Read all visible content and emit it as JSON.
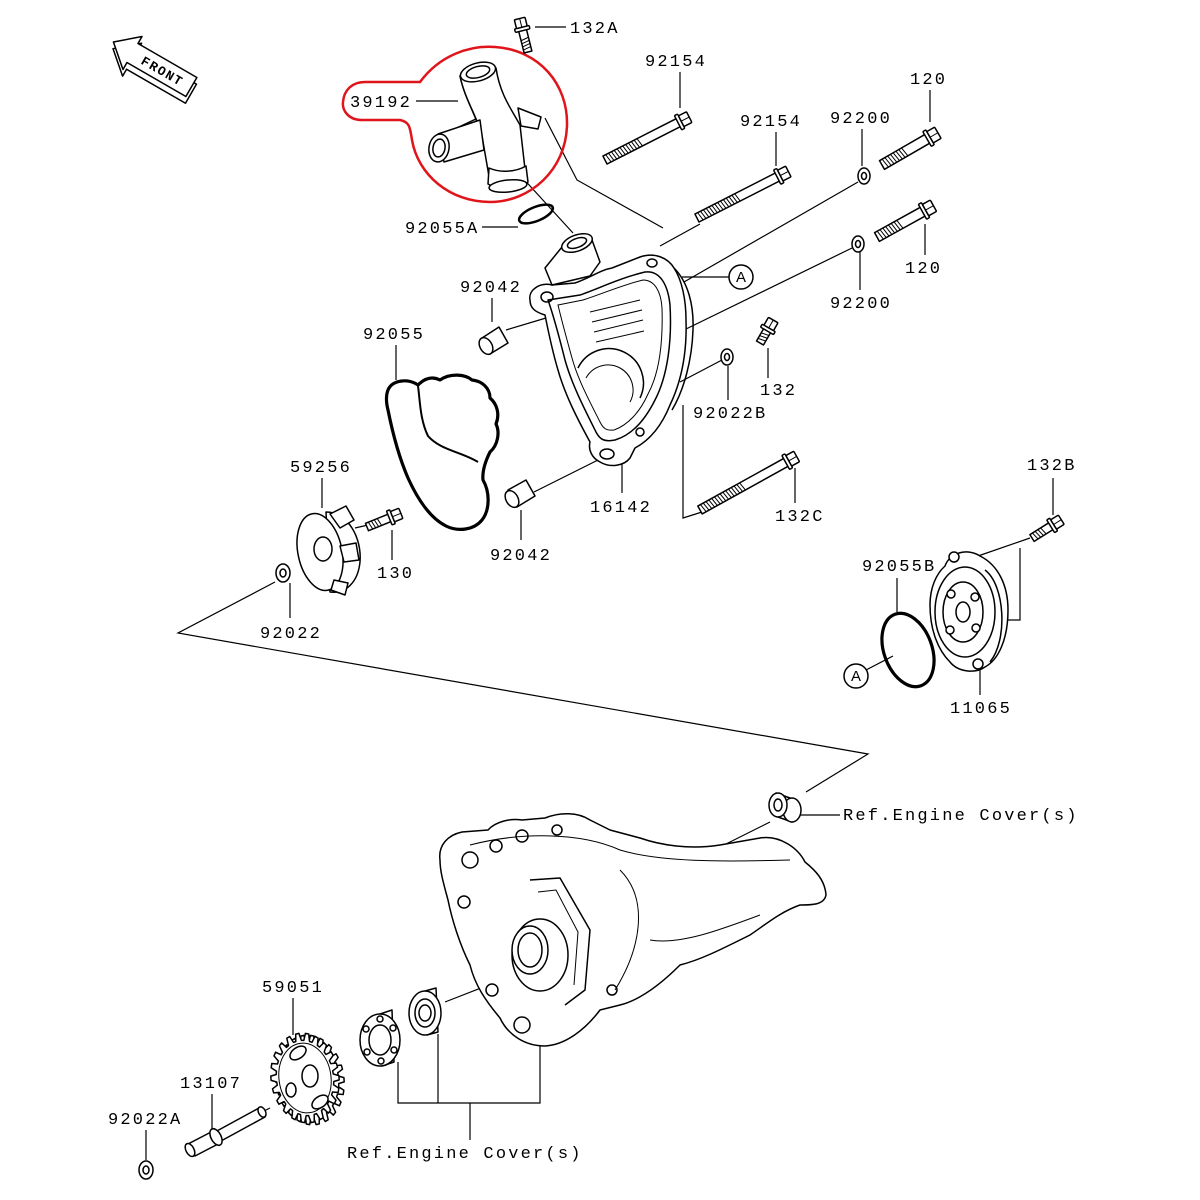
{
  "front_arrow": {
    "label": "FRONT"
  },
  "part_labels": {
    "bolt_132A": "132A",
    "bolt_92154_upper": "92154",
    "bolt_92154_lower": "92154",
    "bolt_120_upper": "120",
    "washer_92200_upper": "92200",
    "pipe_39192": "39192",
    "oring_92055A": "92055A",
    "dowel_92042_upper": "92042",
    "gasket_92055": "92055",
    "washer_92200_lower": "92200",
    "bolt_120_lower": "120",
    "bolt_132": "132",
    "washer_92022B": "92022B",
    "cover_16142": "16142",
    "impeller_59256": "59256",
    "bolt_130": "130",
    "dowel_92042_lower": "92042",
    "bolt_132C": "132C",
    "bolt_132B": "132B",
    "oring_92055B": "92055B",
    "washer_92022": "92022",
    "assembly_11065": "11065",
    "gear_59051": "59051",
    "shaft_13107": "13107",
    "washer_92022A": "92022A"
  },
  "callouts": {
    "a_upper": "A",
    "a_lower": "A"
  },
  "reference_labels": {
    "engine_cover_upper": "Ref.Engine Cover(s)",
    "engine_cover_lower": "Ref.Engine Cover(s)"
  },
  "colors": {
    "highlight": "#e0151b",
    "ink": "#000000",
    "background": "#ffffff"
  }
}
